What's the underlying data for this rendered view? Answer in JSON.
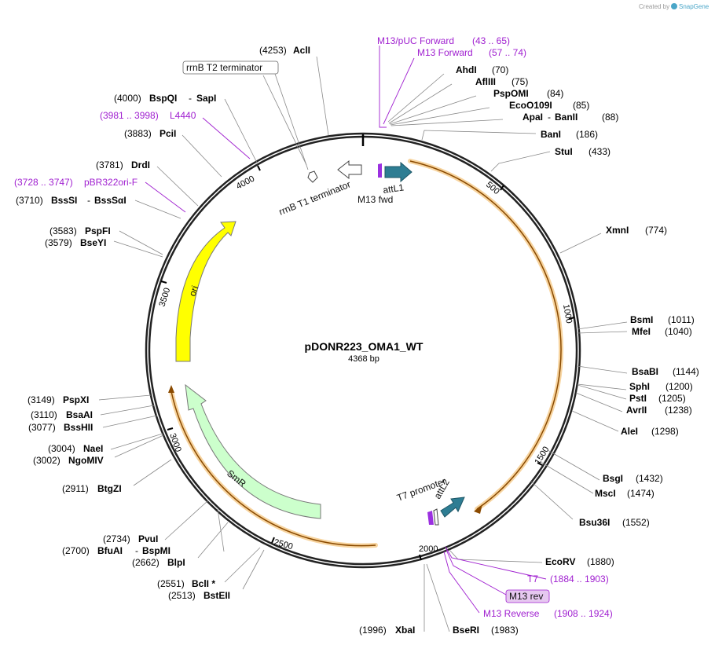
{
  "credit": {
    "prefix": "Created by",
    "brand": "SnapGene"
  },
  "plasmid": {
    "name": "pDONR223_OMA1_WT",
    "length": "4368 bp"
  },
  "ticks": [
    "500",
    "1000",
    "1500",
    "2000",
    "2500",
    "3000",
    "3500",
    "4000"
  ],
  "enzymes": [
    {
      "name": "AclI",
      "pos": "(4253)"
    },
    {
      "name": "AhdI",
      "pos": "(70)"
    },
    {
      "name": "AflIII",
      "pos": "(75)"
    },
    {
      "name": "PspOMI",
      "pos": "(84)"
    },
    {
      "name": "EcoO109I",
      "pos": "(85)"
    },
    {
      "name": "ApaI",
      "name2": "BanII",
      "pos": "(88)"
    },
    {
      "name": "BanI",
      "pos": "(186)"
    },
    {
      "name": "StuI",
      "pos": "(433)"
    },
    {
      "name": "XmnI",
      "pos": "(774)"
    },
    {
      "name": "BsmI",
      "pos": "(1011)"
    },
    {
      "name": "MfeI",
      "pos": "(1040)"
    },
    {
      "name": "BsaBI",
      "pos": "(1144)"
    },
    {
      "name": "SphI",
      "pos": "(1200)"
    },
    {
      "name": "PstI",
      "pos": "(1205)"
    },
    {
      "name": "AvrII",
      "pos": "(1238)"
    },
    {
      "name": "AleI",
      "pos": "(1298)"
    },
    {
      "name": "BsgI",
      "pos": "(1432)"
    },
    {
      "name": "MscI",
      "pos": "(1474)"
    },
    {
      "name": "Bsu36I",
      "pos": "(1552)"
    },
    {
      "name": "EcoRV",
      "pos": "(1880)"
    },
    {
      "name": "BseRI",
      "pos": "(1983)"
    },
    {
      "name": "XbaI",
      "pos": "(1996)"
    },
    {
      "name": "BstEII",
      "pos": "(2513)"
    },
    {
      "name": "BclI *",
      "pos": "(2551)"
    },
    {
      "name": "BlpI",
      "pos": "(2662)"
    },
    {
      "name": "BfuAI",
      "name2": "BspMI",
      "pos": "(2700)"
    },
    {
      "name": "PvuI",
      "pos": "(2734)"
    },
    {
      "name": "BtgZI",
      "pos": "(2911)"
    },
    {
      "name": "NgoMIV",
      "pos": "(3002)"
    },
    {
      "name": "NaeI",
      "pos": "(3004)"
    },
    {
      "name": "BssHII",
      "pos": "(3077)"
    },
    {
      "name": "BsaAI",
      "pos": "(3110)"
    },
    {
      "name": "PspXI",
      "pos": "(3149)"
    },
    {
      "name": "BseYI",
      "pos": "(3579)"
    },
    {
      "name": "PspFI",
      "pos": "(3583)"
    },
    {
      "name": "BssSI",
      "name2": "BssSαI",
      "pos": "(3710)"
    },
    {
      "name": "DrdI",
      "pos": "(3781)"
    },
    {
      "name": "PciI",
      "pos": "(3883)"
    },
    {
      "name": "BspQI",
      "name2": "SapI",
      "pos": "(4000)"
    }
  ],
  "primers": [
    {
      "name": "M13/pUC Forward",
      "range": "(43 .. 65)"
    },
    {
      "name": "M13 Forward",
      "range": "(57 .. 74)"
    },
    {
      "name": "L4440",
      "range": "(3981 .. 3998)"
    },
    {
      "name": "pBR322ori-F",
      "range": "(3728 .. 3747)"
    },
    {
      "name": "T7",
      "range": "(1884 .. 1903)"
    },
    {
      "name": "M13 rev",
      "range": ""
    },
    {
      "name": "M13 Reverse",
      "range": "(1908 .. 1924)"
    }
  ],
  "features": {
    "rrnb_t2": "rrnB T2 terminator",
    "rrnb_t1": "rrnB T1 terminator",
    "attl1": "attL1",
    "m13_fwd": "M13 fwd",
    "ori": "ori",
    "smr": "SmR",
    "t7_promoter": "T7 promoter",
    "attl2": "attL2"
  },
  "colors": {
    "backbone": "#222222",
    "primer": "#a020d0",
    "orf": "#f0b050",
    "att": "#2e7d93",
    "ori": "#ffff00",
    "smr": "#ccffcc",
    "m13rev_box": "#e6c8f0"
  }
}
